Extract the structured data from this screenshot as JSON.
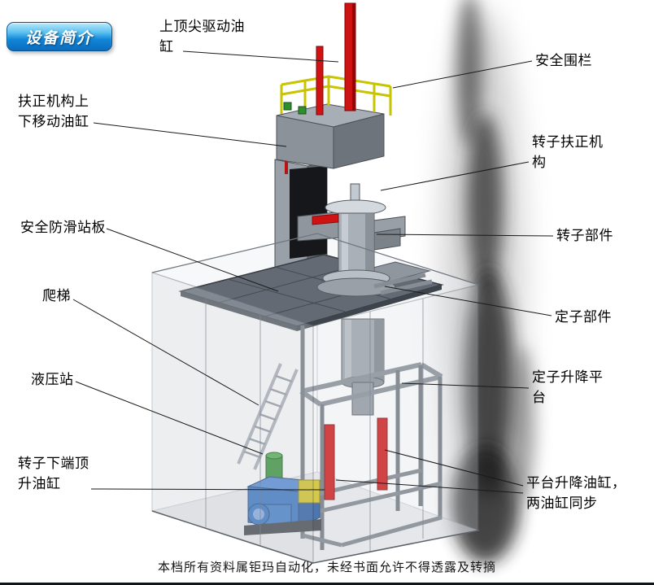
{
  "badge": {
    "label": "设备简介"
  },
  "footer": {
    "text": "本档所有资料属钜玛自动化，未经书面允许不得透露及转摘"
  },
  "callouts": [
    {
      "name": "top-center-drive-cylinder",
      "text": "上顶尖驱动油缸"
    },
    {
      "name": "safety-fence",
      "text": "安全围栏"
    },
    {
      "name": "centering-updown-cylinder",
      "text": "扶正机构上下移动油缸"
    },
    {
      "name": "rotor-centering-mechanism",
      "text": "转子扶正机构"
    },
    {
      "name": "antislip-platform",
      "text": "安全防滑站板"
    },
    {
      "name": "rotor-component",
      "text": "转子部件"
    },
    {
      "name": "ladder",
      "text": "爬梯"
    },
    {
      "name": "stator-component",
      "text": "定子部件"
    },
    {
      "name": "hydraulic-station",
      "text": "液压站"
    },
    {
      "name": "stator-lift-platform",
      "text": "定子升降平台"
    },
    {
      "name": "rotor-bottom-jack-cylinder",
      "text": "转子下端顶升油缸"
    },
    {
      "name": "platform-lift-cylinders",
      "text": "平台升降油缸，两油缸同步"
    }
  ],
  "colors": {
    "cylinder_red": "#cf1212",
    "railing_yellow": "#c9c400",
    "hydraulic_blue": "#2f6fc0",
    "pump_green": "#2f8f2f",
    "badge_blue": "#1186d8",
    "platform_gray": "#636a74"
  }
}
